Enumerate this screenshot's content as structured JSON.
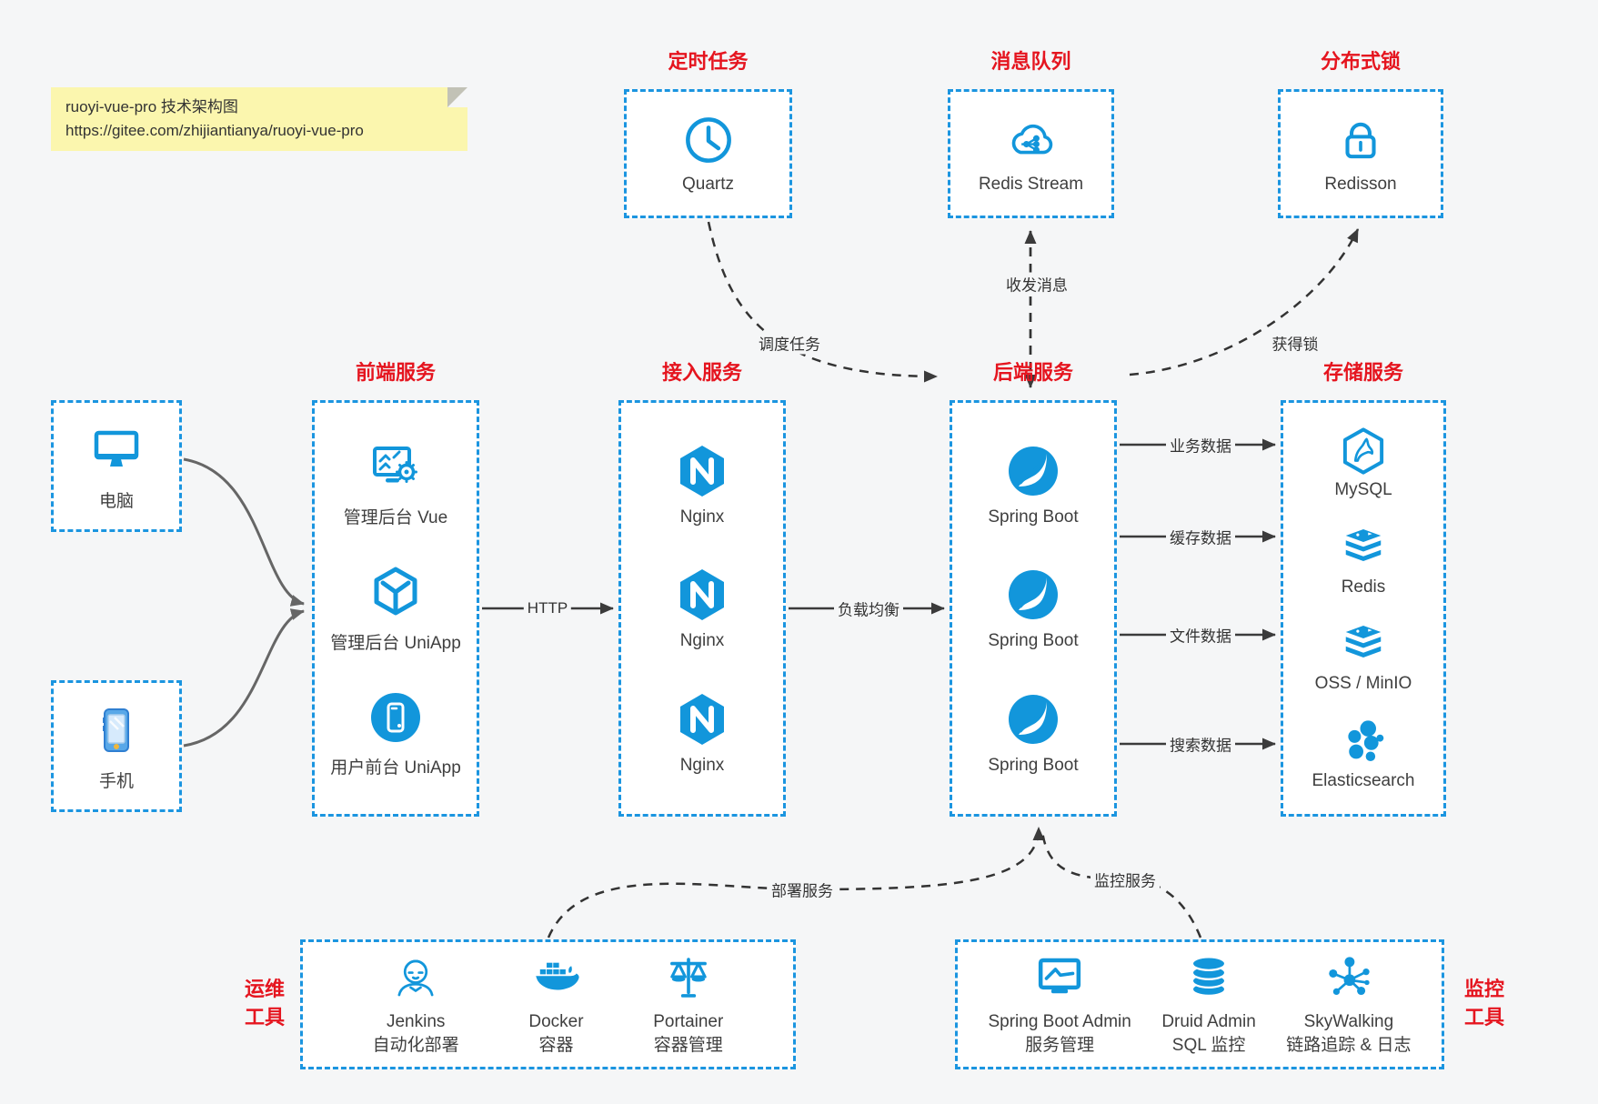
{
  "note": {
    "title": "ruoyi-vue-pro 技术架构图",
    "url": "https://gitee.com/zhijiantianya/ruoyi-vue-pro"
  },
  "colors": {
    "accent_blue": "#1296db",
    "dashed_border_blue": "#1b95e0",
    "title_red": "#e5151f",
    "arrow_dark": "#3b3b3b",
    "arrow_gray": "#666666",
    "note_bg": "#fbf6ae",
    "page_bg": "#f5f6f7",
    "box_bg": "#ffffff"
  },
  "top_services": [
    {
      "title": "定时任务",
      "icon": "clock-icon",
      "label": "Quartz"
    },
    {
      "title": "消息队列",
      "icon": "cloud-stream-icon",
      "label": "Redis Stream"
    },
    {
      "title": "分布式锁",
      "icon": "lock-icon",
      "label": "Redisson"
    }
  ],
  "clients": [
    {
      "icon": "desktop-icon",
      "label": "电脑"
    },
    {
      "icon": "smartphone-icon",
      "label": "手机"
    }
  ],
  "columns": [
    {
      "title": "前端服务",
      "items": [
        {
          "icon": "admin-vue-icon",
          "label": "管理后台 Vue"
        },
        {
          "icon": "uniapp-cube-icon",
          "label": "管理后台 UniApp"
        },
        {
          "icon": "app-circle-icon",
          "label": "用户前台 UniApp"
        }
      ]
    },
    {
      "title": "接入服务",
      "items": [
        {
          "icon": "nginx-icon",
          "label": "Nginx"
        },
        {
          "icon": "nginx-icon",
          "label": "Nginx"
        },
        {
          "icon": "nginx-icon",
          "label": "Nginx"
        }
      ]
    },
    {
      "title": "后端服务",
      "items": [
        {
          "icon": "spring-icon",
          "label": "Spring Boot"
        },
        {
          "icon": "spring-icon",
          "label": "Spring Boot"
        },
        {
          "icon": "spring-icon",
          "label": "Spring Boot"
        }
      ]
    },
    {
      "title": "存储服务",
      "items": [
        {
          "icon": "mysql-icon",
          "label": "MySQL"
        },
        {
          "icon": "redis-icon",
          "label": "Redis"
        },
        {
          "icon": "oss-minio-icon",
          "label": "OSS / MinIO"
        },
        {
          "icon": "elasticsearch-icon",
          "label": "Elasticsearch"
        }
      ]
    }
  ],
  "bottom_groups": [
    {
      "label_line1": "运维",
      "label_line2": "工具",
      "items": [
        {
          "icon": "jenkins-icon",
          "name": "Jenkins",
          "desc": "自动化部署"
        },
        {
          "icon": "docker-icon",
          "name": "Docker",
          "desc": "容器"
        },
        {
          "icon": "portainer-icon",
          "name": "Portainer",
          "desc": "容器管理"
        }
      ]
    },
    {
      "label_line1": "监控",
      "label_line2": "工具",
      "items": [
        {
          "icon": "spring-boot-admin-icon",
          "name": "Spring Boot Admin",
          "desc": "服务管理"
        },
        {
          "icon": "druid-icon",
          "name": "Druid Admin",
          "desc": "SQL 监控"
        },
        {
          "icon": "skywalking-icon",
          "name": "SkyWalking",
          "desc": "链路追踪 & 日志"
        }
      ]
    }
  ],
  "edges": {
    "http": "HTTP",
    "load_balance": "负载均衡",
    "business_data": "业务数据",
    "cache_data": "缓存数据",
    "file_data": "文件数据",
    "search_data": "搜索数据",
    "schedule_task": "调度任务",
    "send_receive_message": "收发消息",
    "acquire_lock": "获得锁",
    "deploy_service": "部署服务",
    "monitor_service": "监控服务"
  }
}
